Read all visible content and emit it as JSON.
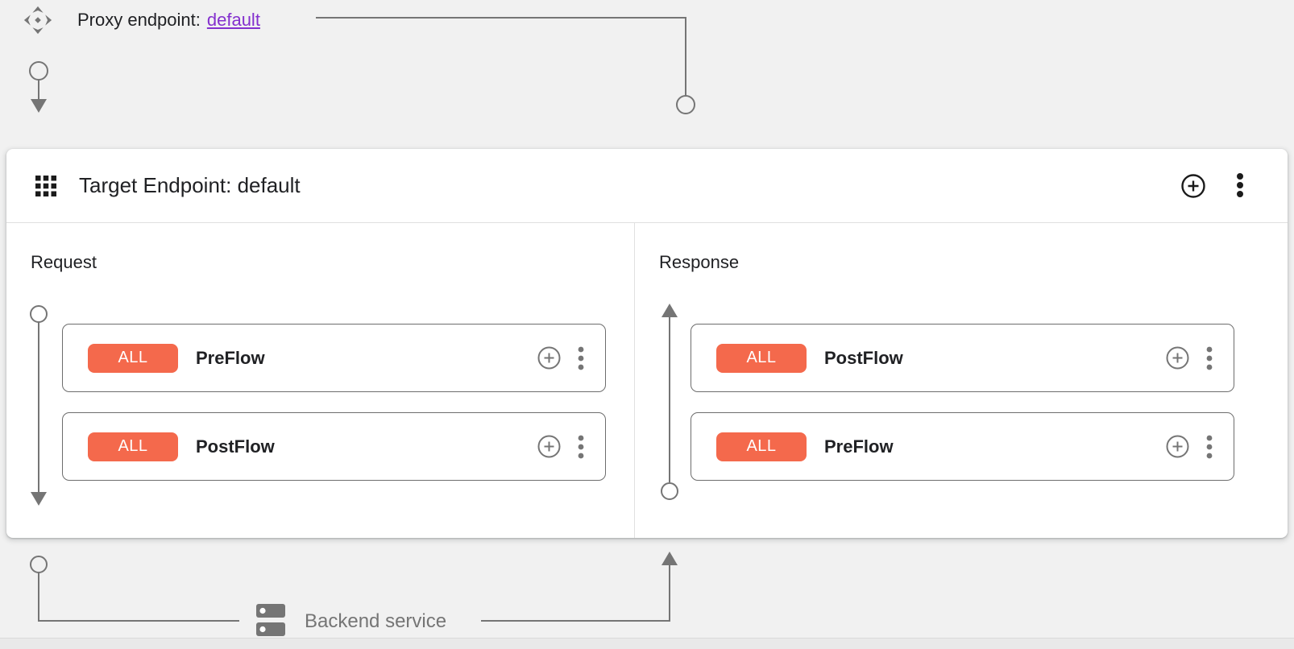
{
  "colors": {
    "page-bg": "#f1f1f1",
    "card-bg": "#ffffff",
    "connector": "#757575",
    "border": "#6d6d6d",
    "divider": "#e0e0e0",
    "badge-bg": "#f4694c",
    "badge-text": "#ffffff",
    "link": "#8430ce",
    "text-primary": "#202124",
    "text-secondary": "#757575"
  },
  "proxy_endpoint": {
    "label": "Proxy endpoint:",
    "link_text": "default",
    "icon": "proxy-endpoint-icon"
  },
  "target_endpoint": {
    "title": "Target Endpoint: default",
    "icon": "grid-icon",
    "add_icon": "add-circle-icon",
    "menu_icon": "kebab-menu-icon"
  },
  "request_panel": {
    "label": "Request",
    "flows": [
      {
        "condition": "ALL",
        "name": "PreFlow"
      },
      {
        "condition": "ALL",
        "name": "PostFlow"
      }
    ]
  },
  "response_panel": {
    "label": "Response",
    "flows": [
      {
        "condition": "ALL",
        "name": "PostFlow"
      },
      {
        "condition": "ALL",
        "name": "PreFlow"
      }
    ]
  },
  "backend": {
    "label": "Backend service",
    "icon": "server-icon"
  }
}
